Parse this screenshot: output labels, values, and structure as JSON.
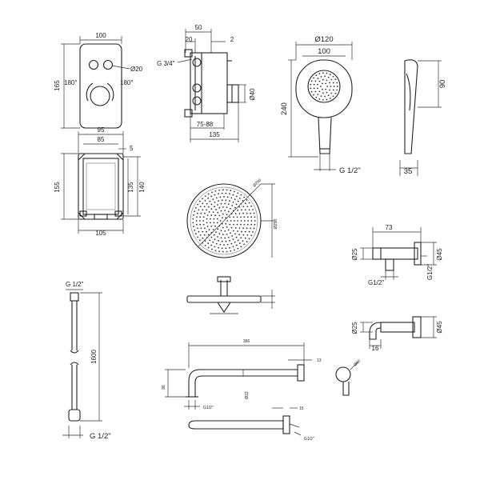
{
  "panel": {
    "width": "100",
    "height": "165",
    "knob_dia": "Ø20",
    "rot_left": "180°",
    "rot_right": "180°"
  },
  "box": {
    "d50": "50",
    "d20": "20",
    "d2": "2",
    "thread": "G 3/4\"",
    "range": "75-88",
    "d135": "135",
    "d40": "Ø40"
  },
  "hand_shower": {
    "dia": "Ø120",
    "w": "100",
    "h": "240",
    "thread": "G 1/2\"",
    "side_h": "90",
    "side_w": "35"
  },
  "frame": {
    "w95": "95",
    "w85": "85",
    "w5": "5",
    "h155": "155",
    "h135": "135",
    "h140": "140",
    "w105": "105"
  },
  "head": {
    "dia_a": "Ø250",
    "dia_b": "Ø250"
  },
  "outlet": {
    "w": "73",
    "d25": "Ø25",
    "d45": "Ø45",
    "t1": "G1/2\"",
    "t2": "G1/2\""
  },
  "holder": {
    "d25": "Ø25",
    "d16": "16",
    "d45": "Ø45"
  },
  "hose": {
    "top": "G 1/2\"",
    "len": "1600",
    "bottom": "G 1/2\""
  },
  "arm": {
    "len": "366",
    "d13": "13",
    "h86": "86",
    "d22": "Ø22",
    "thread": "G1/2\"",
    "flange": "Ø60"
  },
  "spout": {
    "d15": "15",
    "thread": "G1/2\""
  }
}
